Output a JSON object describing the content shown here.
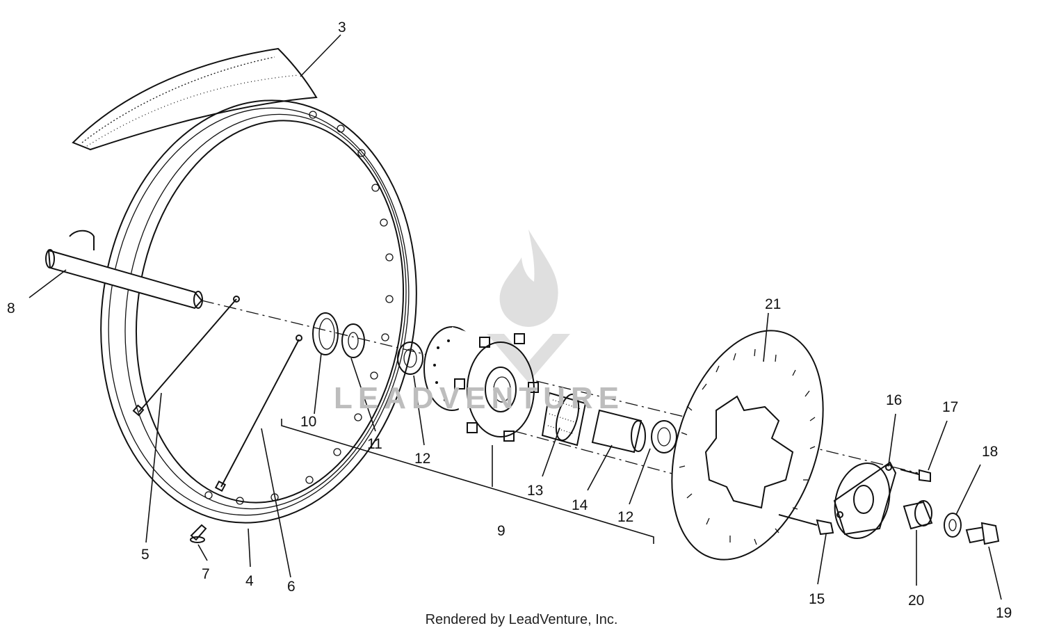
{
  "callouts": {
    "c3": "3",
    "c8": "8",
    "c10": "10",
    "c11": "11",
    "c12a": "12",
    "c21": "21",
    "c13": "13",
    "c14": "14",
    "c12b": "12",
    "c9": "9",
    "c5": "5",
    "c7": "7",
    "c4": "4",
    "c6": "6",
    "c16": "16",
    "c17": "17",
    "c18": "18",
    "c15": "15",
    "c20": "20",
    "c19": "19"
  },
  "watermark": {
    "text": "LEADVENTURE"
  },
  "footer": {
    "credit": "Rendered by LeadVenture, Inc."
  }
}
